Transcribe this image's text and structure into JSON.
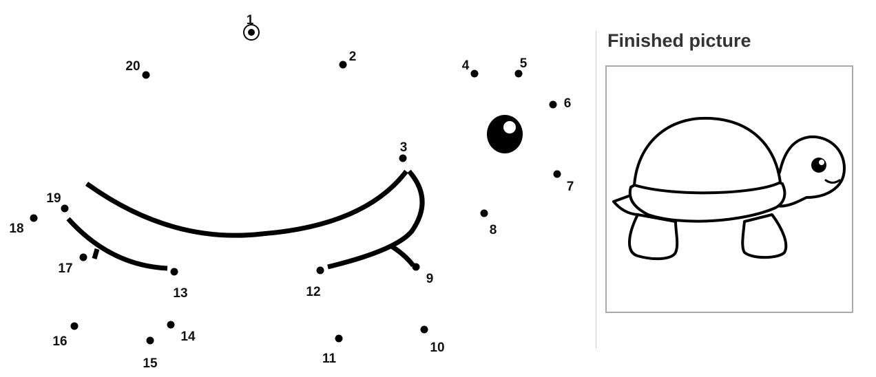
{
  "puzzle": {
    "dots": [
      {
        "n": "1"
      },
      {
        "n": "2"
      },
      {
        "n": "3"
      },
      {
        "n": "4"
      },
      {
        "n": "5"
      },
      {
        "n": "6"
      },
      {
        "n": "7"
      },
      {
        "n": "8"
      },
      {
        "n": "9"
      },
      {
        "n": "10"
      },
      {
        "n": "11"
      },
      {
        "n": "12"
      },
      {
        "n": "13"
      },
      {
        "n": "14"
      },
      {
        "n": "15"
      },
      {
        "n": "16"
      },
      {
        "n": "17"
      },
      {
        "n": "18"
      },
      {
        "n": "19"
      },
      {
        "n": "20"
      }
    ]
  },
  "finished": {
    "title": "Finished picture"
  }
}
